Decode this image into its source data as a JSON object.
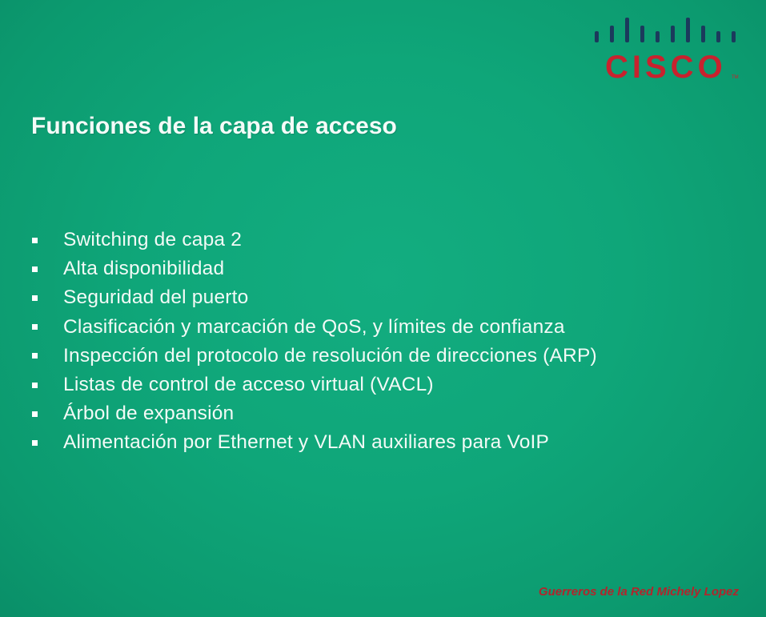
{
  "slide": {
    "title": "Funciones de la capa de acceso",
    "bullets": [
      {
        "text": "Switching de capa 2"
      },
      {
        "text": "Alta disponibilidad"
      },
      {
        "text": "Seguridad del puerto"
      },
      {
        "text": "Clasificación y marcación de QoS, y límites de confianza"
      },
      {
        "text": "Inspección del protocolo de resolución de direcciones (ARP)"
      },
      {
        "text": "Listas de control de acceso virtual (VACL)"
      },
      {
        "text": "Árbol de expansión"
      },
      {
        "text": "Alimentación por Ethernet y VLAN auxiliares para VoIP"
      }
    ],
    "credit": "Guerreros de la Red Michely Lopez"
  },
  "logo": {
    "word": "CISCO",
    "icon": "cisco-bars-logo",
    "bar_color": "#1b3a5c",
    "word_color": "#c8222e"
  },
  "colors": {
    "background": "#10a57a",
    "text": "#f2faf6",
    "credit": "#b0262c"
  }
}
